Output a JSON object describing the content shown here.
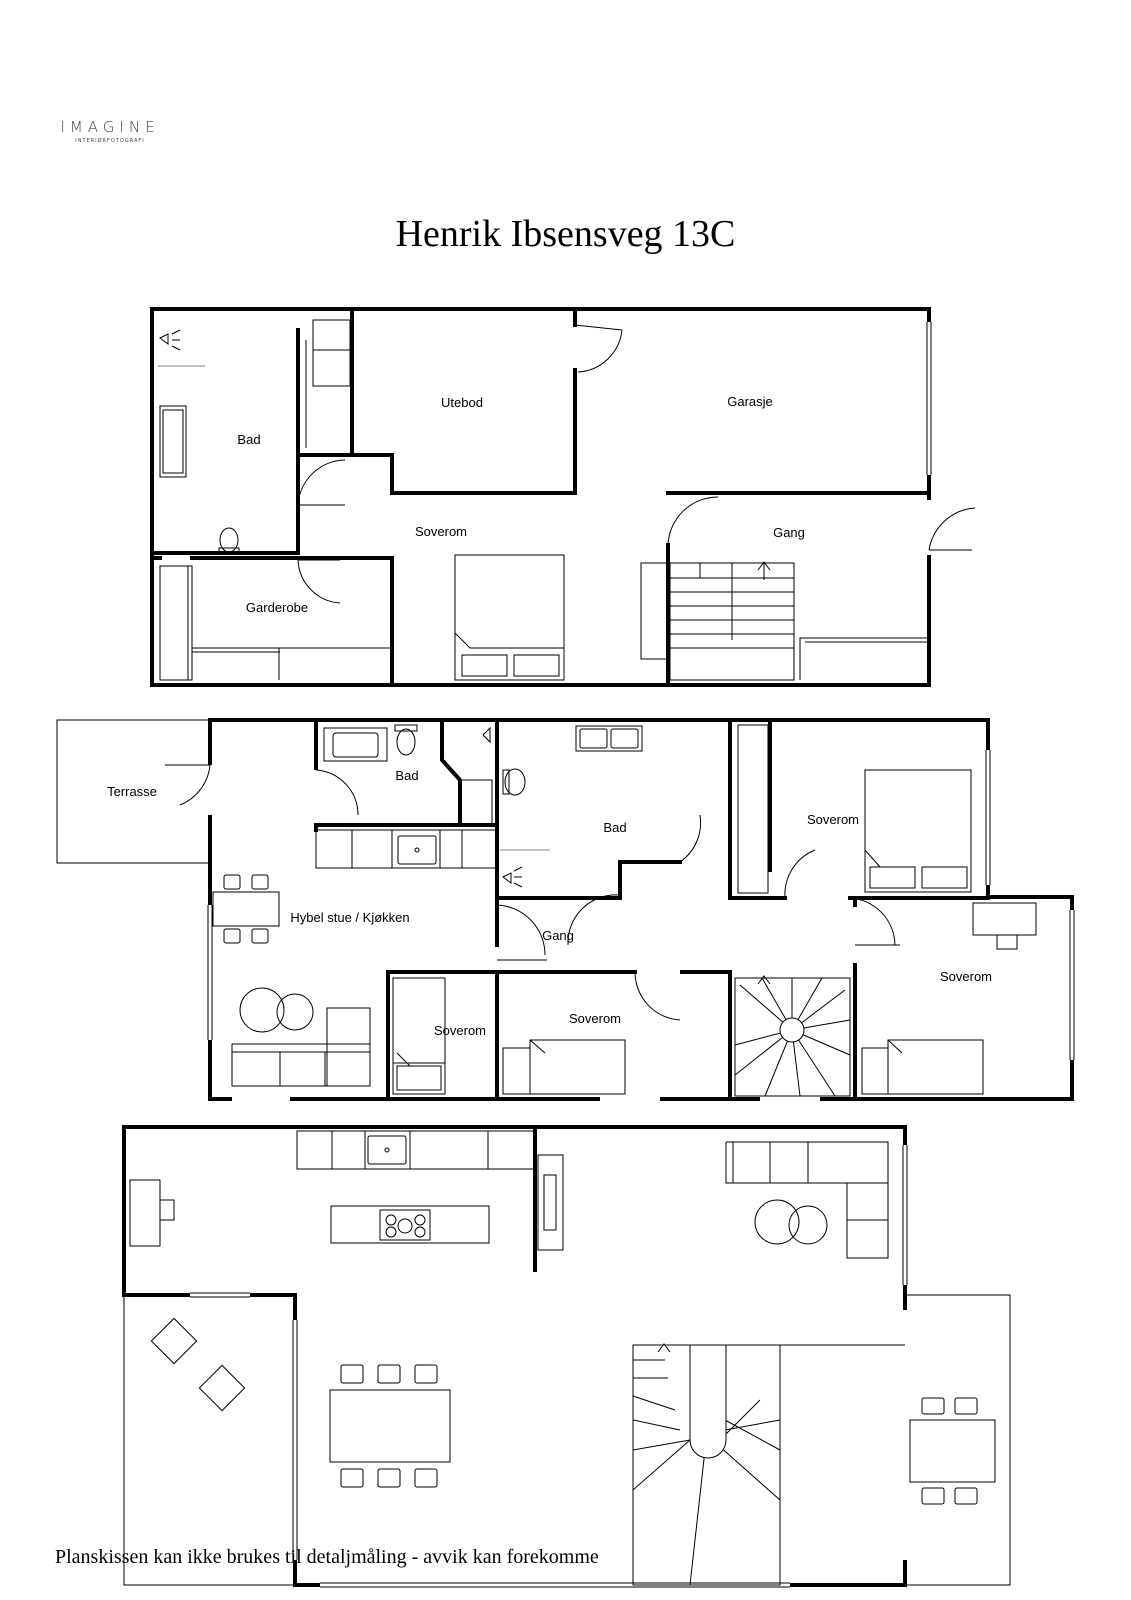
{
  "logo": {
    "word": "IMAGINE",
    "sub": "INTERIØRFOTOGRAFI"
  },
  "title": "Henrik Ibsensveg 13C",
  "footer": "Planskissen kan ikke brukes til detaljmåling - avvik kan forekomme",
  "floors": [
    {
      "rooms": [
        {
          "id": "bad-1",
          "label": "Bad"
        },
        {
          "id": "utebod",
          "label": "Utebod"
        },
        {
          "id": "garasje",
          "label": "Garasje"
        },
        {
          "id": "soverom-1",
          "label": "Soverom"
        },
        {
          "id": "gang-1",
          "label": "Gang"
        },
        {
          "id": "garderobe",
          "label": "Garderobe"
        }
      ]
    },
    {
      "rooms": [
        {
          "id": "terrasse-1",
          "label": "Terrasse"
        },
        {
          "id": "bad-2",
          "label": "Bad"
        },
        {
          "id": "bad-3",
          "label": "Bad"
        },
        {
          "id": "soverom-2",
          "label": "Soverom"
        },
        {
          "id": "hybel",
          "label": "Hybel stue / Kjøkken"
        },
        {
          "id": "gang-2",
          "label": "Gang"
        },
        {
          "id": "soverom-3",
          "label": "Soverom"
        },
        {
          "id": "soverom-4",
          "label": "Soverom"
        },
        {
          "id": "soverom-5",
          "label": "Soverom"
        }
      ]
    },
    {
      "rooms": []
    }
  ]
}
